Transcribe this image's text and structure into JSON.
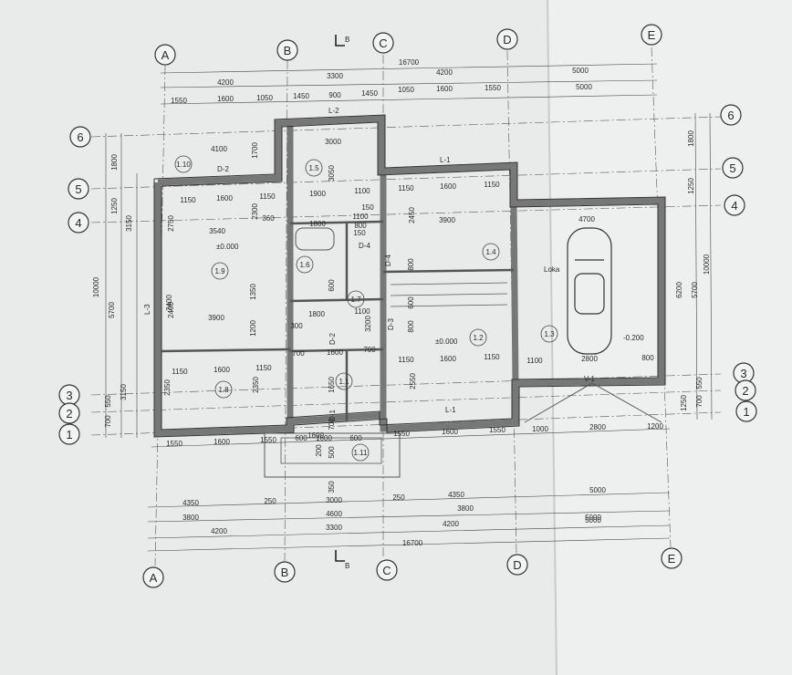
{
  "grid": {
    "columns": [
      "A",
      "B",
      "C",
      "D",
      "E"
    ],
    "rows": [
      "1",
      "2",
      "3",
      "4",
      "5",
      "6"
    ]
  },
  "section_marks": [
    "B",
    "B"
  ],
  "dimensions": {
    "total": "16700",
    "top_bays": [
      "4200",
      "3300",
      "4200",
      "5000"
    ],
    "top_detail": [
      "1550",
      "1600",
      "1050",
      "1450",
      "900",
      "1450",
      "1050",
      "1600",
      "1550",
      "5000"
    ],
    "bottom_detail": [
      "1550",
      "1600",
      "1550",
      "600",
      "1600",
      "600",
      "1550",
      "1600",
      "1550",
      "1000",
      "2800",
      "1200"
    ],
    "bottom_row1": [
      "4350",
      "250",
      "3000",
      "250",
      "4350",
      "5000"
    ],
    "bottom_row2": [
      "3800",
      "4600",
      "3800",
      "5000"
    ],
    "bottom_bays": [
      "4200",
      "3300",
      "4200",
      "5000"
    ],
    "left_total": "10000",
    "left_parts": [
      "1800",
      "1250",
      "3150",
      "5700",
      "2400",
      "3150",
      "550",
      "700"
    ],
    "right_total": "10000",
    "right_parts": [
      "1800",
      "1250",
      "5700",
      "6200",
      "550",
      "700",
      "1250"
    ],
    "interior": [
      "4100",
      "1700",
      "3000",
      "1150",
      "1600",
      "1150",
      "1900",
      "1100",
      "2300",
      "360",
      "3540",
      "150",
      "3900",
      "2450",
      "1100",
      "800",
      "150",
      "1800",
      "1800",
      "1100",
      "300",
      "3900",
      "1200",
      "1350",
      "600",
      "4700",
      "2800",
      "800",
      "1100",
      "1150",
      "1600",
      "1150",
      "700",
      "1600",
      "700",
      "1150",
      "1600",
      "1150",
      "1150",
      "1600",
      "1150",
      "2550",
      "2350",
      "1650",
      "2350",
      "200",
      "500",
      "350",
      "700",
      "1600",
      "3050",
      "2750",
      "2400",
      "3200",
      "800",
      "600",
      "800"
    ]
  },
  "rooms": [
    "1.1",
    "1.2",
    "1.3",
    "1.4",
    "1.5",
    "1.6",
    "1.7",
    "1.8",
    "1.9",
    "1.10",
    "1.11"
  ],
  "labels": {
    "lintels": [
      "L-1",
      "L-1",
      "L-2",
      "L-3"
    ],
    "doors": [
      "D-2",
      "D-2",
      "D-3",
      "D-4",
      "D-4",
      "D-1"
    ],
    "gate": "V-1",
    "levels": [
      "±0.000",
      "±0.000",
      "-0.200"
    ],
    "sublabel": "Loka"
  },
  "colors": {
    "paper": "#eceeee",
    "ink": "#2a2a2a",
    "wall": "#8a8a8a",
    "bg": "#d9dadb"
  }
}
